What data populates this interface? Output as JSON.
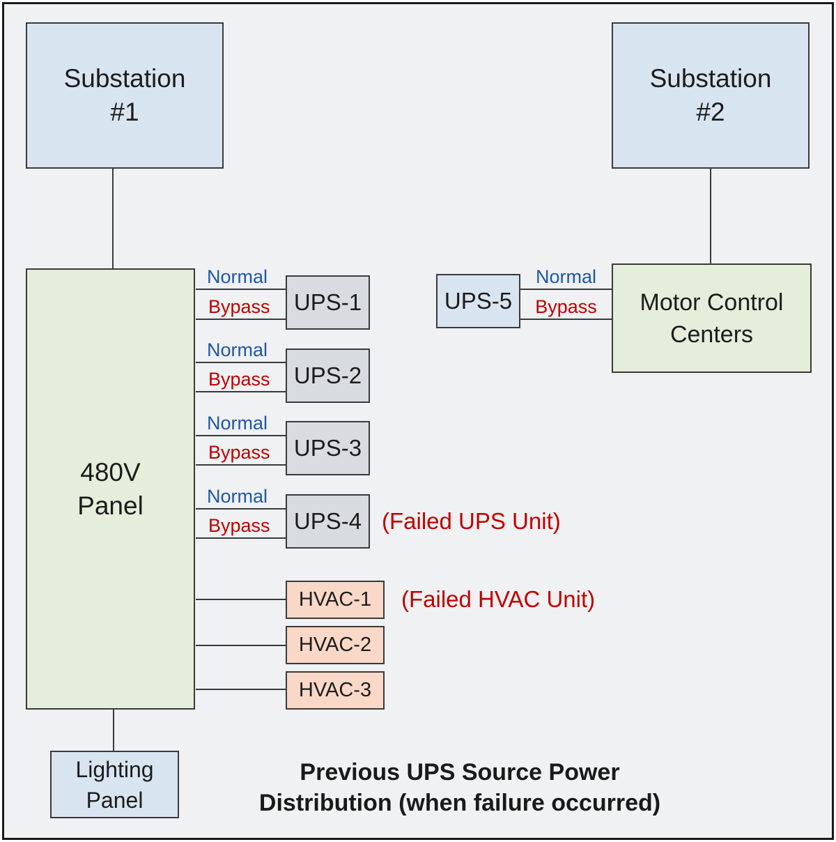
{
  "colors": {
    "bg": "#eff1f2",
    "blue_fill": "#d9e4f1",
    "green_fill": "#e4eeda",
    "gray_fill": "#d8dce1",
    "salmon_fill": "#f9d8c7",
    "line": "#3a3a3a",
    "normal_blue": "#2056a8",
    "alert_red": "#c00000"
  },
  "title": {
    "line1": "Previous UPS Source Power",
    "line2": "Distribution (when failure occurred)"
  },
  "nodes": {
    "substation1": "Substation\n#1",
    "substation2": "Substation\n#2",
    "panel480": "480V\nPanel",
    "mcc": "Motor Control\nCenters",
    "lighting": "Lighting\nPanel",
    "ups1": "UPS-1",
    "ups2": "UPS-2",
    "ups3": "UPS-3",
    "ups4": "UPS-4",
    "ups5": "UPS-5",
    "hvac1": "HVAC-1",
    "hvac2": "HVAC-2",
    "hvac3": "HVAC-3"
  },
  "feed_labels": {
    "normal": "Normal",
    "bypass": "Bypass"
  },
  "annotations": {
    "failed_ups": "(Failed UPS Unit)",
    "failed_hvac": "(Failed HVAC Unit)"
  }
}
